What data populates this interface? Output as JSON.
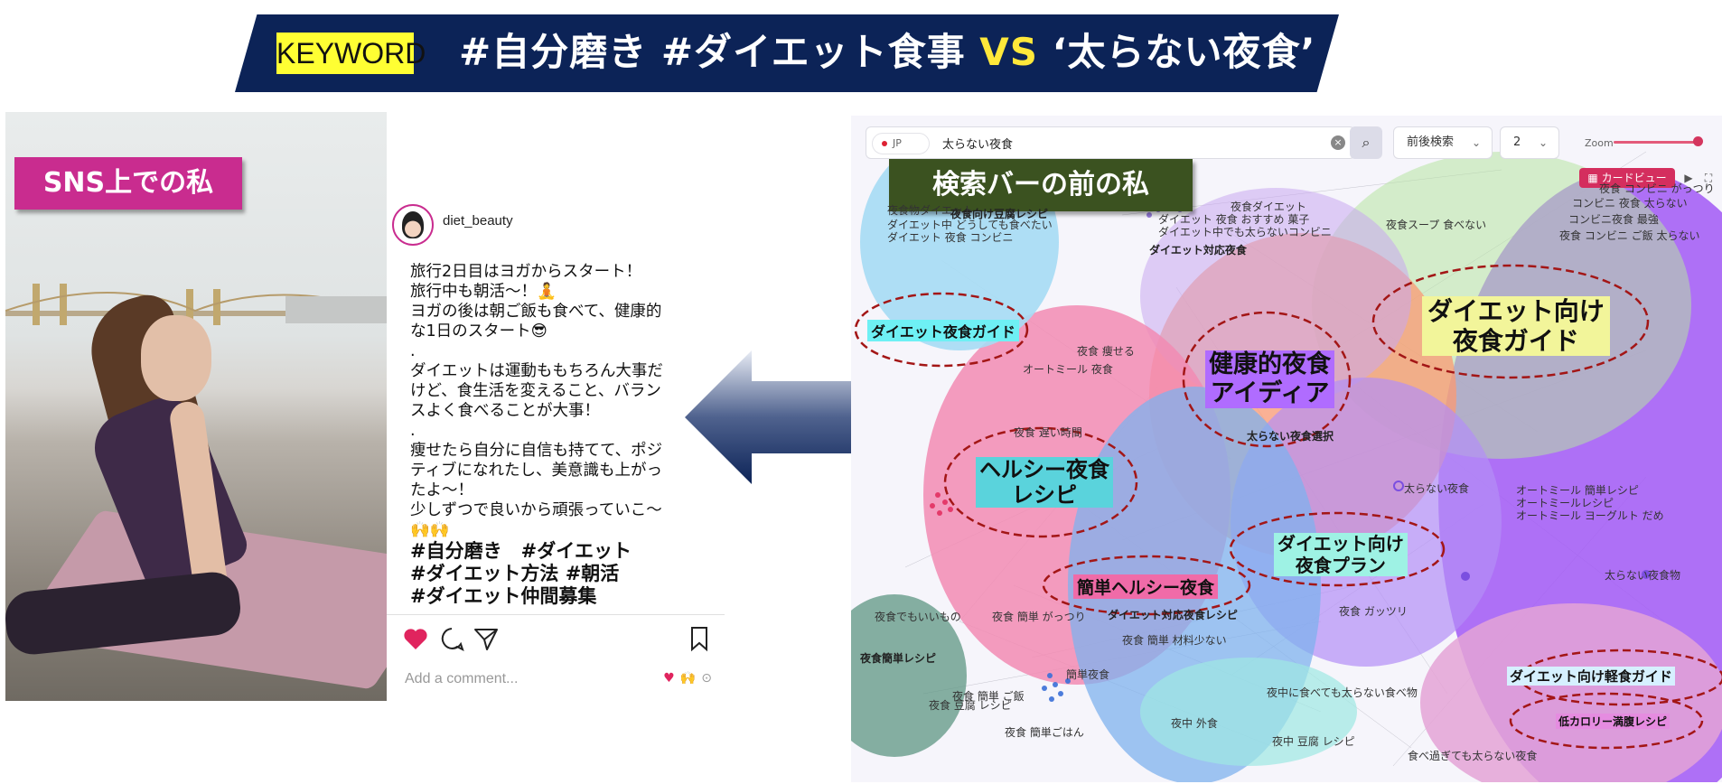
{
  "banner": {
    "keyword": "KEYWORD",
    "hashtags": "#自分磨き #ダイエット食事 ",
    "vs": "VS",
    "query": " ‘太らない夜食’"
  },
  "left": {
    "tag": "SNS上での私",
    "post": {
      "username": "diet_beauty",
      "caption_lines": [
        "旅行2日目はヨガからスタート！",
        "旅行中も朝活〜！🧘",
        "ヨガの後は朝ご飯も食べて、健康的",
        "な1日のスタート😎",
        ".",
        "ダイエットは運動ももちろん大事だ",
        "けど、食生活を変えること、バラン",
        "スよく食べることが大事！",
        ".",
        "痩せたら自分に自信も持てて、ポジ",
        "ティブになれたし、美意識も上がっ",
        "たよ〜！",
        "少しずつで良いから頑張っていこ〜",
        "🙌🙌"
      ],
      "hashtags": [
        "#自分磨き　#ダイエット",
        "#ダイエット方法 #朝活",
        "#ダイエット仲間募集"
      ],
      "add_comment_placeholder": "Add a comment...",
      "icons": [
        "heart-icon",
        "comment-icon",
        "share-icon",
        "bookmark-icon"
      ]
    }
  },
  "right": {
    "tag": "検索バーの前の私",
    "search": {
      "country": "JP",
      "query": "太らない夜食",
      "mode": "前後検索",
      "depth": "2",
      "zoom_label": "Zoom",
      "card_view": "カードビュー"
    },
    "highlights": [
      {
        "text": "ダイエット夜食ガイド",
        "color": "#6ef0f4"
      },
      {
        "text": "健康的夜食\nアイディア",
        "color": "#b06cff"
      },
      {
        "text": "ダイエット向け\n夜食ガイド",
        "color": "#f2f59a"
      },
      {
        "text": "ヘルシー夜食\nレシピ",
        "color": "#5ad3dc"
      },
      {
        "text": "ダイエット向け\n夜食プラン",
        "color": "#9ef2e4"
      },
      {
        "text": "簡単ヘルシー夜食",
        "color": "#f06ba8"
      },
      {
        "text": "ダイエット向け軽食ガイド",
        "color": "#d6f0ff"
      },
      {
        "text": "低カロリー満腹レシピ",
        "color": "#e58ce0"
      }
    ],
    "small_labels": [
      "夜食向け豆腐レシピ",
      "夜食物ダイエット",
      "ダイエット中 どうしても食べたい",
      "ダイエット 夜食 コンビニ",
      "夜食ダイエット",
      "ダイエット 夜食 おすすめ 菓子",
      "ダイエット中でも太らないコンビニ",
      "ダイエット対応夜食",
      "夜食スープ 食べない",
      "夜食 コンビニ がっつり",
      "コンビニ 夜食 太らない",
      "コンビニ夜食 最強",
      "夜食 コンビニ ご飯 太らない",
      "オートミール 夜食",
      "夜食 痩せる",
      "太らない夜食選択",
      "夜食 遅い時間",
      "オートミール 簡単レシピ",
      "オートミールレシピ",
      "オートミール ヨーグルト だめ",
      "太らない夜食",
      "太らない夜食物",
      "夜食 簡単 がっつり",
      "ダイエット対応夜食レシピ",
      "夜食 簡単 材料少ない",
      "夜食簡単レシピ",
      "簡単夜食",
      "夜中 外食",
      "夜中に食べても太らない食べ物",
      "夜中 豆腐 レシピ",
      "食べ過ぎても太らない夜食",
      "夜食 豆腐 レシピ",
      "夜食 簡単 ご飯",
      "夜食 簡単ごはん",
      "夜食 ガッツリ",
      "夜食でもいいもの"
    ]
  }
}
